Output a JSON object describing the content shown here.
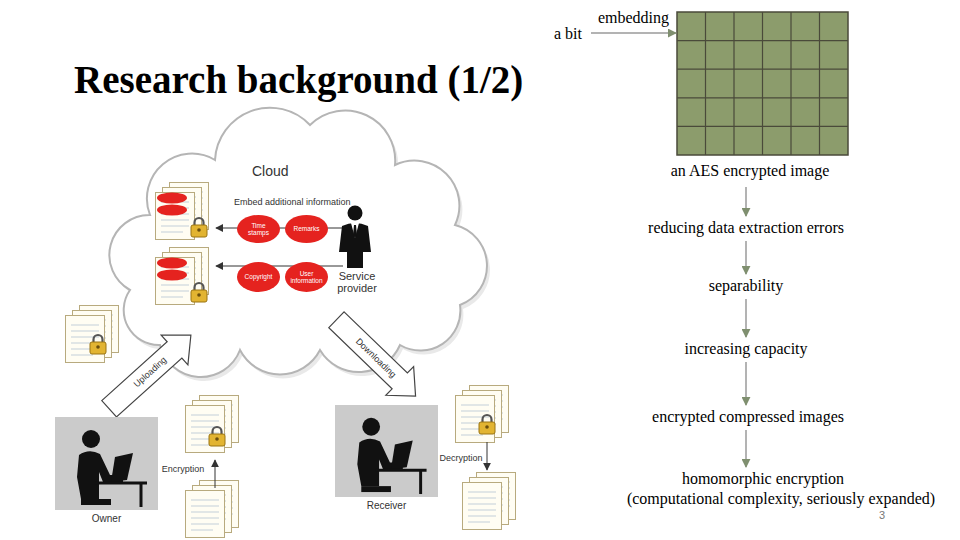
{
  "diagram": {
    "title": "Research background (1/2)",
    "nodes": [
      {
        "text": [
          "a bit"
        ]
      },
      {
        "text": [
          "an AES encrypted image"
        ]
      },
      {
        "text": [
          "Cloud",
          "Embed additional information"
        ]
      },
      {
        "text": [
          "Time stamps"
        ],
        "in": 2
      },
      {
        "text": [
          "Remarks"
        ],
        "in": 2
      },
      {
        "text": [
          "Copyright"
        ],
        "in": 2
      },
      {
        "text": [
          "User information"
        ],
        "in": 2
      },
      {
        "text": [
          "reducing data extraction errors"
        ]
      },
      {
        "text": [
          "separability"
        ]
      },
      {
        "text": [
          "increasing capacity"
        ]
      },
      {
        "text": [
          "encrypted compressed images"
        ]
      },
      {
        "text": [
          "homomorphic encryption",
          "(computational complexity, seriously expanded)"
        ]
      },
      {
        "text": [
          "Owner"
        ]
      },
      {
        "text": [
          "Receiver"
        ]
      }
    ],
    "edges": [
      {
        "from": 0,
        "to": 1,
        "label": "embedding",
        "arrow": "to"
      },
      {
        "from": 1,
        "to": 7,
        "arrow": "to"
      },
      {
        "from": 7,
        "to": 8,
        "arrow": "to"
      },
      {
        "from": 8,
        "to": 9,
        "arrow": "to"
      },
      {
        "from": 9,
        "to": 10,
        "arrow": "to"
      },
      {
        "from": 10,
        "to": 11,
        "arrow": "to"
      }
    ],
    "labels": [
      "Service provider",
      "Uploading",
      "Downloading",
      "Encryption",
      "Decryption",
      "3"
    ]
  }
}
